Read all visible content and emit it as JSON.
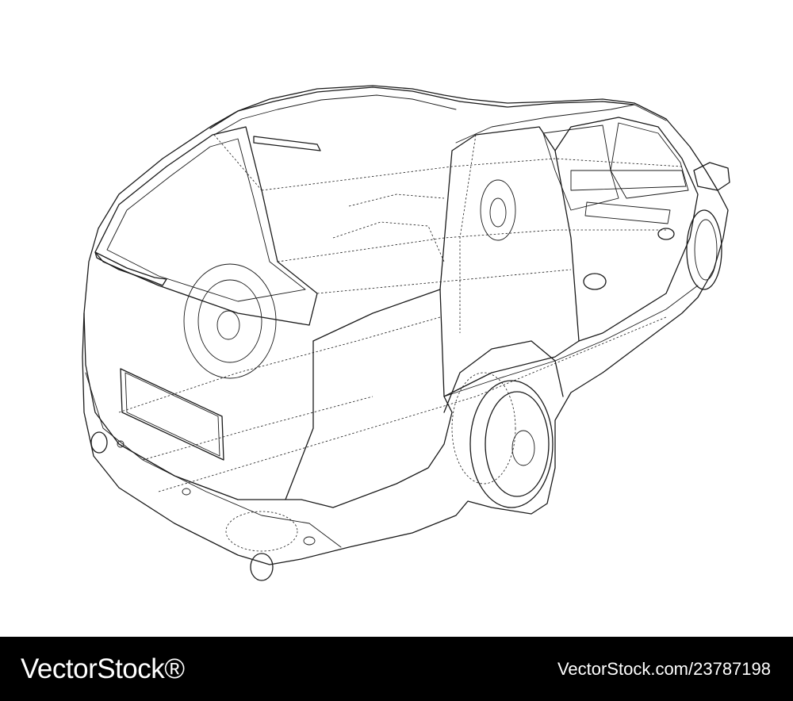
{
  "image": {
    "subject": "wireframe-car",
    "colors": {
      "background": "#ffffff",
      "line": "#1a1a1a",
      "footer_background": "#000000",
      "footer_text": "#ffffff"
    }
  },
  "watermark": {
    "brand": "VectorStock®",
    "stock_id": "VectorStock.com/23787198"
  }
}
